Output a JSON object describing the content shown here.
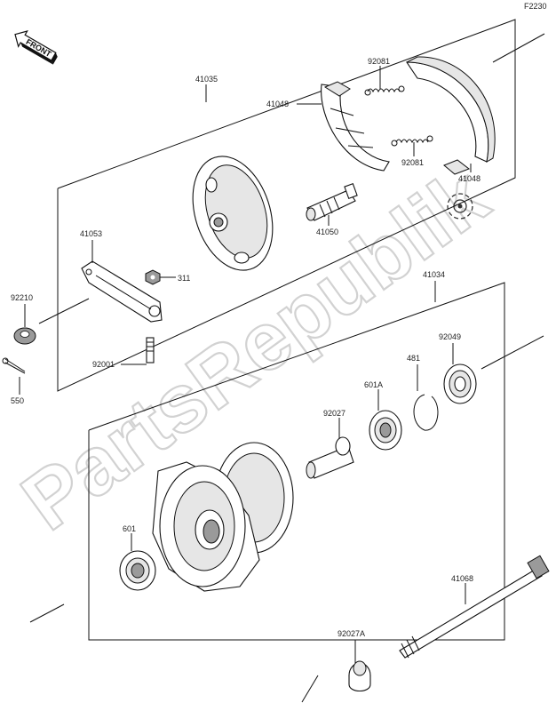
{
  "diagram_code": "F2230",
  "watermark": "PartsRepublik",
  "front_label": "FRONT",
  "labels": {
    "p41035": "41035",
    "p41048a": "41048",
    "p41048b": "41048",
    "p92081a": "92081",
    "p92081b": "92081",
    "p41050": "41050",
    "p41053": "41053",
    "p311": "311",
    "p92210": "92210",
    "p92001": "92001",
    "p550": "550",
    "p41034": "41034",
    "p92049": "92049",
    "p481": "481",
    "p601A": "601A",
    "p92027": "92027",
    "p601": "601",
    "p41068": "41068",
    "p92027A": "92027A"
  }
}
